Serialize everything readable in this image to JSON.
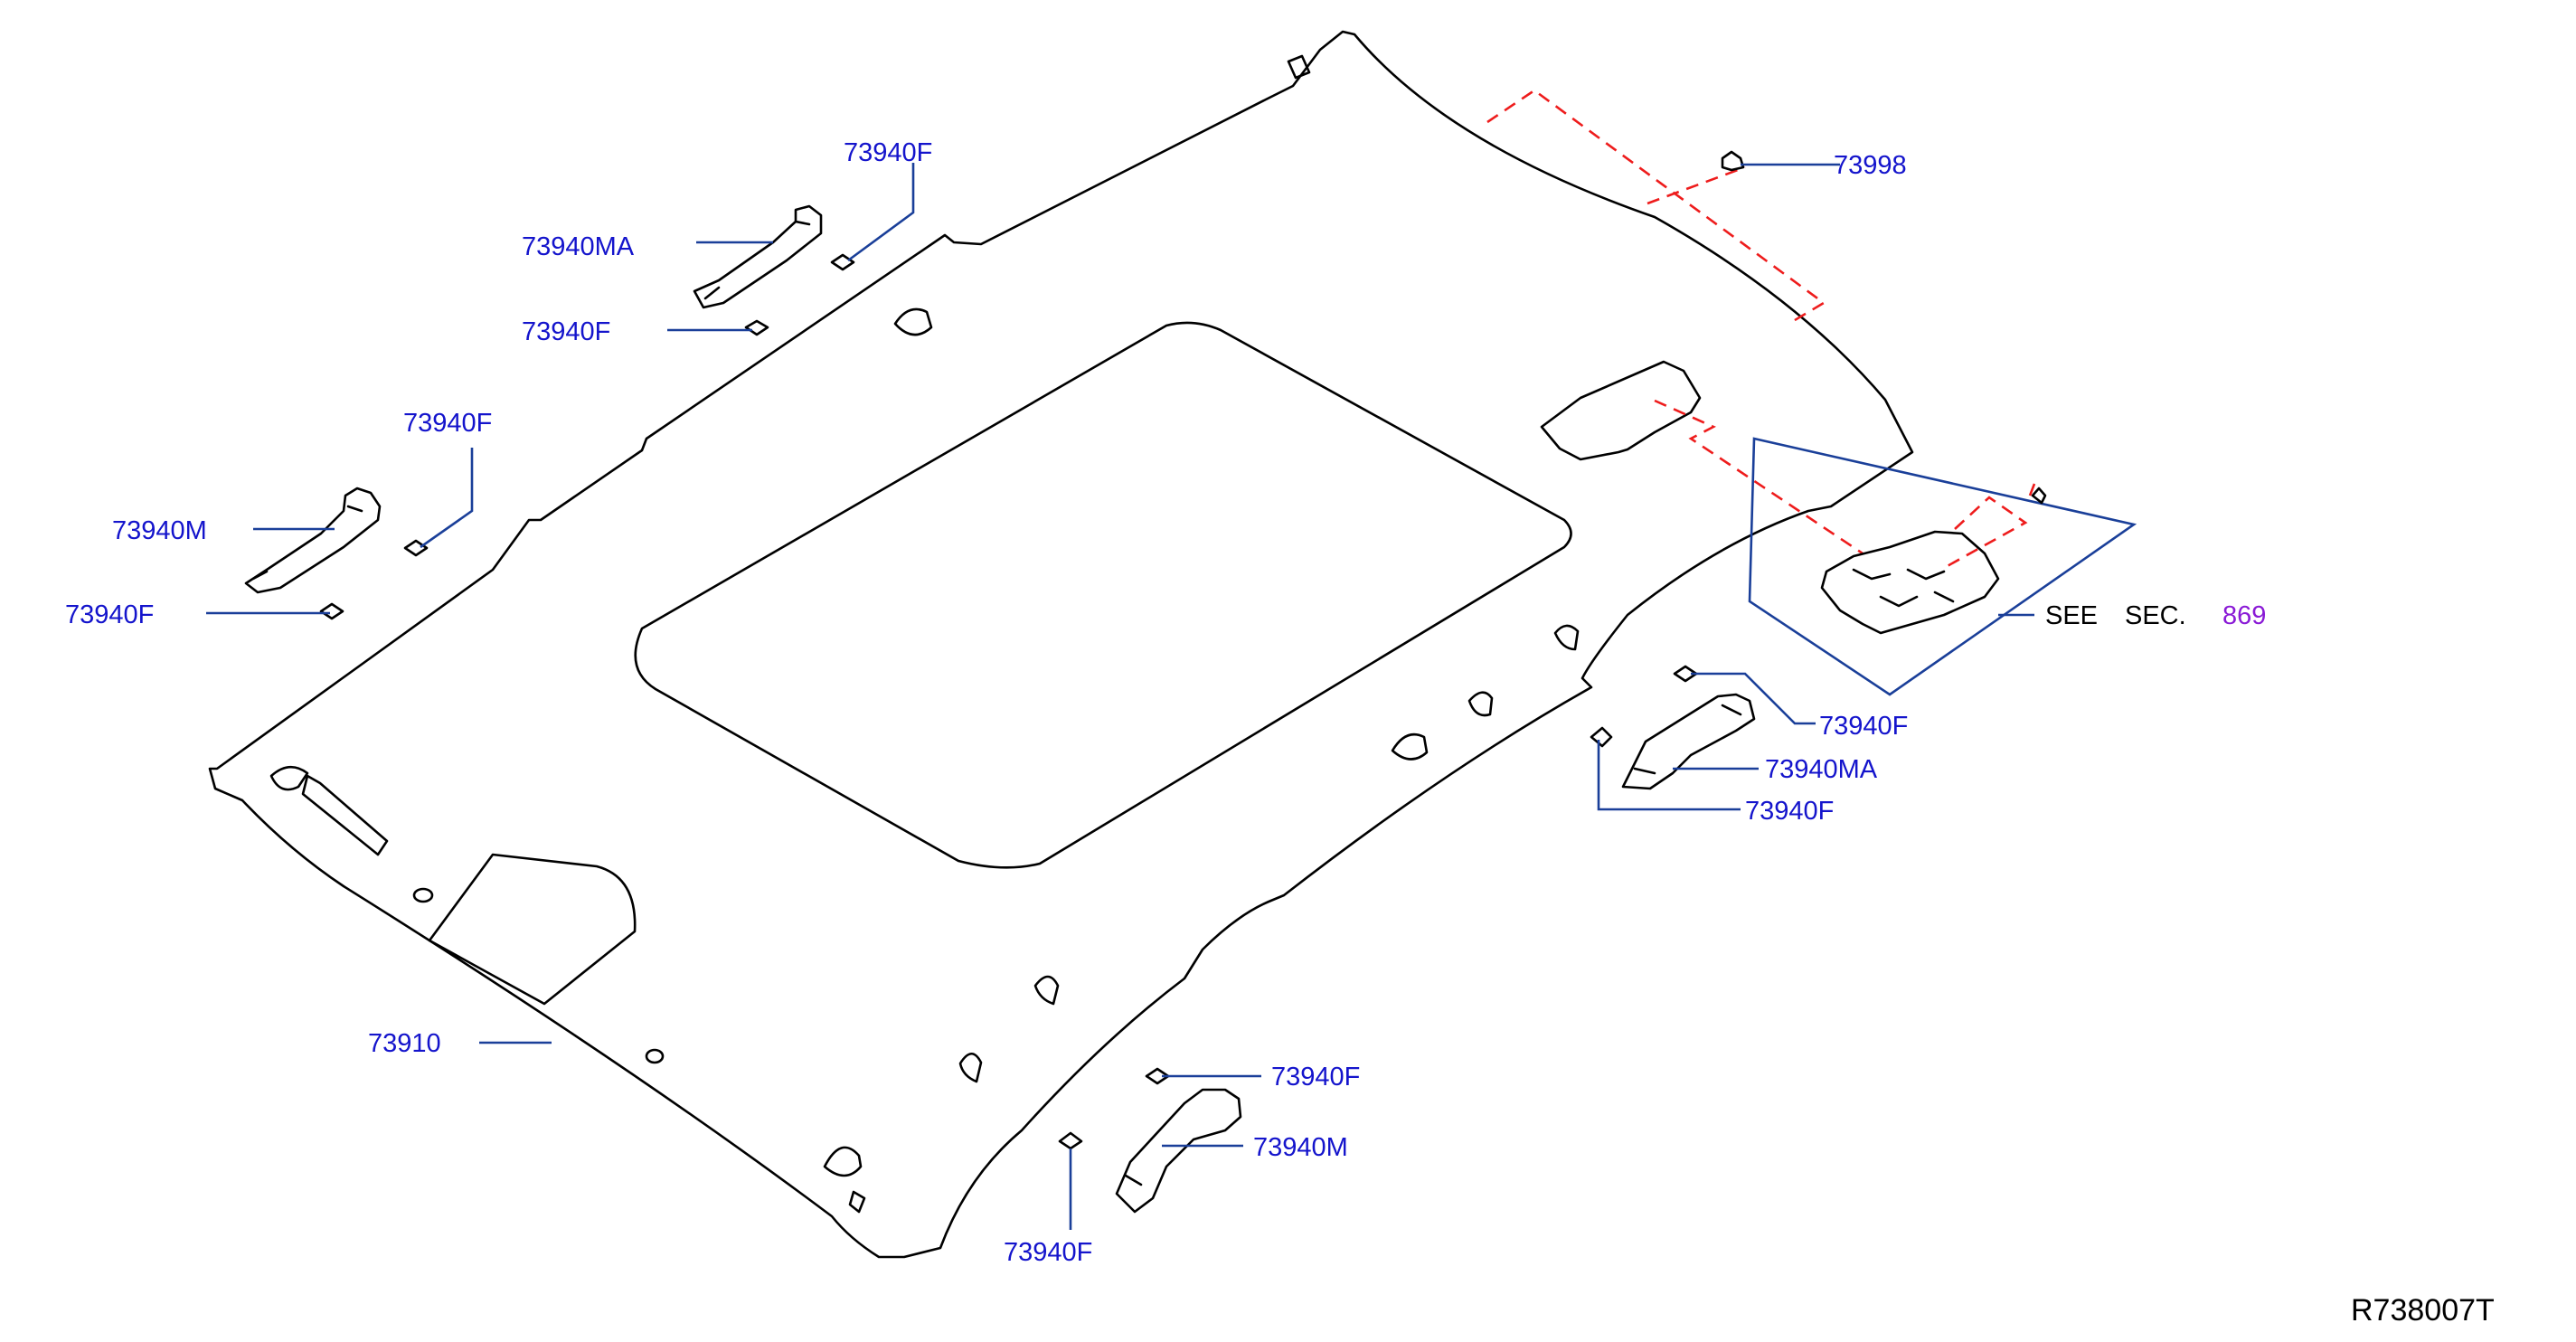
{
  "diagram": {
    "part_labels": [
      {
        "id": "p_73998",
        "text": "73998"
      },
      {
        "id": "p_73940f_a",
        "text": "73940F"
      },
      {
        "id": "p_73940ma_a",
        "text": "73940MA"
      },
      {
        "id": "p_73940f_b",
        "text": "73940F"
      },
      {
        "id": "p_73940f_c",
        "text": "73940F"
      },
      {
        "id": "p_73940m_a",
        "text": "73940M"
      },
      {
        "id": "p_73940f_d",
        "text": "73940F"
      },
      {
        "id": "p_73940f_e",
        "text": "73940F"
      },
      {
        "id": "p_73940ma_b",
        "text": "73940MA"
      },
      {
        "id": "p_73940f_f",
        "text": "73940F"
      },
      {
        "id": "p_73910",
        "text": "73910"
      },
      {
        "id": "p_73940f_g",
        "text": "73940F"
      },
      {
        "id": "p_73940m_b",
        "text": "73940M"
      },
      {
        "id": "p_73940f_h",
        "text": "73940F"
      }
    ],
    "see_section": {
      "see": "SEE",
      "sec": "SEC.",
      "number": "869"
    },
    "reference_code": "R738007T"
  },
  "colors": {
    "part_label": "#1414cc",
    "leader_line": "#1a3f99",
    "dashed_guide": "#ee1c1c",
    "section_number": "#8a1ad6",
    "outline": "#000000"
  }
}
